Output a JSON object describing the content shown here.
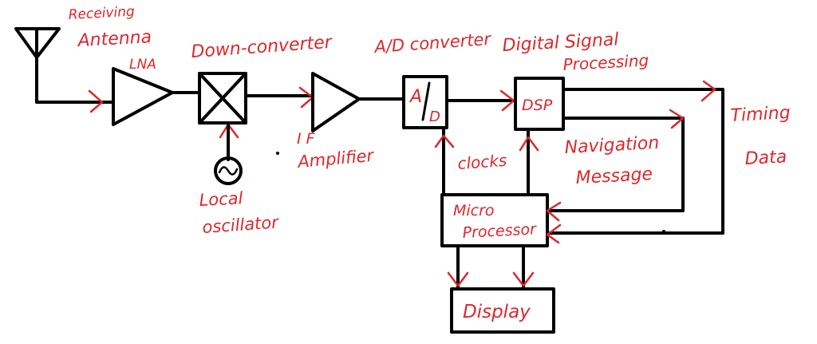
{
  "labels": {
    "receiving_antenna_line1": "Receiving",
    "receiving_antenna_line2": "Antenna",
    "lna": "LNA",
    "down_converter": "Down-converter",
    "local_oscillator_line1": "Local",
    "local_oscillator_line2": "oscillator",
    "if_amplifier_line1": "I F",
    "if_amplifier_line2": "Amplifier",
    "ad_converter": "A/D converter",
    "digital_signal_processing_line1": "Digital Signal",
    "digital_signal_processing_line2": "Processing",
    "clocks": "clocks",
    "navigation_message_line1": "Navigation",
    "navigation_message_line2": "Message",
    "timing_data_line1": "Timing",
    "timing_data_line2": "Data"
  },
  "blocks": {
    "ad_top": "A",
    "ad_bottom": "D",
    "dsp": "DSP",
    "micro_line1": "Micro",
    "micro_line2": "Processor",
    "display": "Display"
  },
  "colors": {
    "annotation": "#e1262b",
    "stroke": "#000000"
  }
}
